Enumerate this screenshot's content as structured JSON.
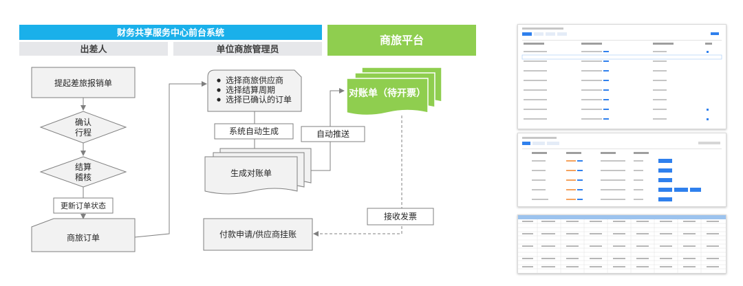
{
  "header": {
    "system_title": "财务共享服务中心前台系统",
    "lane_traveler": "出差人",
    "lane_manager": "单位商旅管理员",
    "platform_title": "商旅平台"
  },
  "flow": {
    "start": "提起差旅报销单",
    "decision_confirm": [
      "确认",
      "行程"
    ],
    "decision_audit": [
      "结算",
      "稽核"
    ],
    "update_status": "更新订单状态",
    "travel_order": "商旅订单",
    "manager_steps": [
      "选择商旅供应商",
      "选择结算周期",
      "选择已确认的订单"
    ],
    "auto_generate": "系统自动生成",
    "generate_statement": "生成对账单",
    "auto_push": "自动推送",
    "statement_pending": "对账单（待开票）",
    "receive_invoice": "接收发票",
    "payment_request": "付款申请/供应商挂账"
  },
  "colors": {
    "header_blue": "#1ab0ea",
    "lane_gray": "#e6e7ea",
    "platform_green": "#8fce4f",
    "box_border": "#7f7f7f",
    "arrow": "#7f7f7f"
  }
}
